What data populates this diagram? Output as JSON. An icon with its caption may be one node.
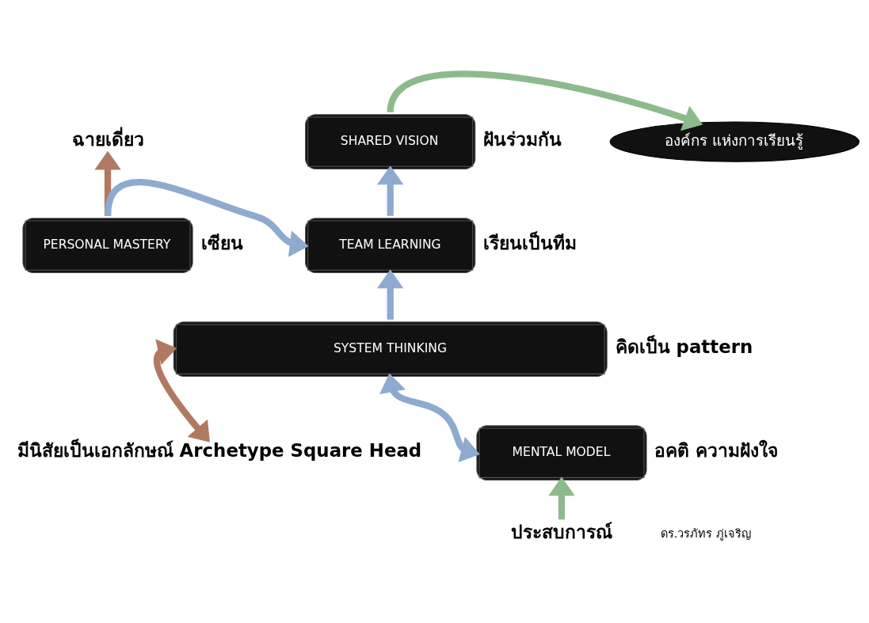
{
  "diagram": {
    "nodes": [
      {
        "text": [
          "SHARED VISION"
        ],
        "beside": [
          "ฝันร่วมกัน"
        ]
      },
      {
        "text": [
          "องค์กร แห่งการเรียนรู้"
        ]
      },
      {
        "text": [
          "ฉายเดี่ยว"
        ]
      },
      {
        "text": [
          "PERSONAL MASTERY"
        ],
        "beside": [
          "เซียน"
        ]
      },
      {
        "text": [
          "TEAM LEARNING"
        ],
        "beside": [
          "เรียนเป็นทีม"
        ]
      },
      {
        "text": [
          "SYSTEM THINKING"
        ],
        "beside": [
          "คิดเป็น pattern"
        ]
      },
      {
        "text": [
          "มีนิสัยเป็นเอกลักษณ์ Archetype Square Head"
        ]
      },
      {
        "text": [
          "MENTAL MODEL"
        ],
        "beside": [
          "อคติ ความฝังใจ"
        ]
      },
      {
        "text": [
          "ประสบการณ์"
        ]
      }
    ],
    "edges": [
      {
        "from": 0,
        "to": 1,
        "arrow": "to",
        "color": "#8dba8d"
      },
      {
        "from": 3,
        "to": 2,
        "arrow": "to",
        "color": "#b07a62"
      },
      {
        "from": 3,
        "to": 4,
        "arrow": "to"
      },
      {
        "from": 4,
        "to": 0,
        "arrow": "to"
      },
      {
        "from": 5,
        "to": 4,
        "arrow": "to"
      },
      {
        "from": 6,
        "to": 5,
        "arrow": "both",
        "color": "#b07a62"
      },
      {
        "from": 7,
        "to": 5,
        "arrow": "both"
      },
      {
        "from": 8,
        "to": 7,
        "arrow": "to",
        "color": "#8dba8d"
      }
    ],
    "labels": [
      "ดร.วรภัทร ภู่เจริญ"
    ]
  }
}
